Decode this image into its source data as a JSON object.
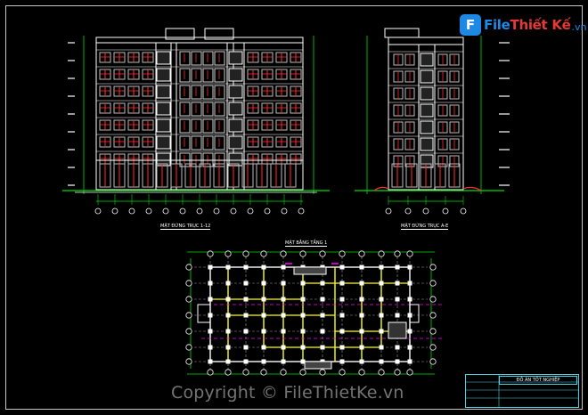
{
  "logo": {
    "mark": "F",
    "name_a": "File",
    "name_b": "Thiết Kế",
    "suffix": ".vn"
  },
  "watermark": "Copyright © FileThietKe.vn",
  "title_block": {
    "title": "ĐỒ ÁN TỐT NGHIỆP"
  },
  "drawings": {
    "front_elevation_label": "MẶT ĐỨNG TRỤC 1-12",
    "side_elevation_label": "MẶT ĐỨNG TRỤC A-E",
    "floor_plan_label": "MẶT BẰNG TẦNG 1"
  },
  "colors": {
    "background": "#000000",
    "building": "#ffffff",
    "windows": "#ff2d2d",
    "grid": "#00e000",
    "plan_walls": "#ffff00",
    "dimension_magenta": "#ff00ff",
    "accent_logo": "#1e88e5"
  }
}
